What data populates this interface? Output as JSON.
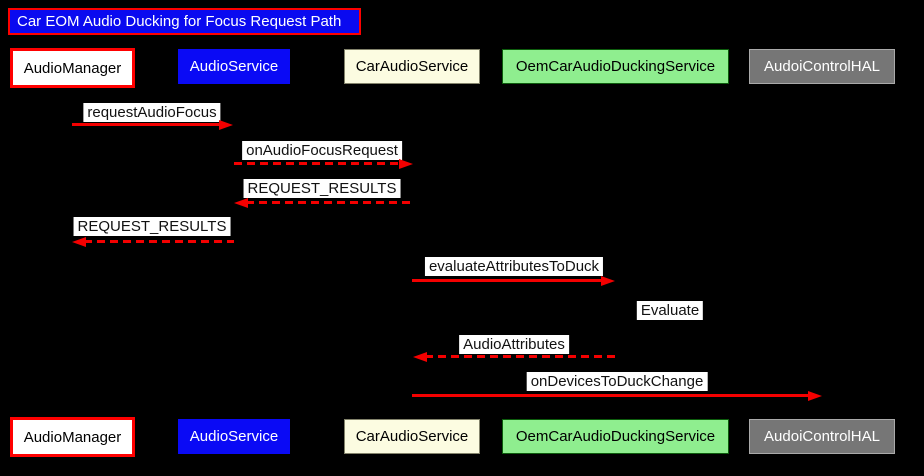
{
  "diagram_type": "sequence",
  "title": "Car EOM Audio Ducking for Focus Request Path",
  "colors": {
    "background": "#000000",
    "arrow_red": "#f40000",
    "title_background": "#0a0af0",
    "title_border": "#ff0000",
    "message_label_background": "#ffffff",
    "message_label_text": "#111111"
  },
  "participants": [
    {
      "label": "AudioManager",
      "fill": "#ffffff",
      "border": "#ff0000",
      "text_color": "#000000"
    },
    {
      "label": "AudioService",
      "fill": "#0a0af5",
      "border": "#0a0af5",
      "text_color": "#ffffff"
    },
    {
      "label": "CarAudioService",
      "fill": "#fcfce1",
      "border": "#83836b",
      "text_color": "#000000"
    },
    {
      "label": "OemCarAudioDuckingService",
      "fill": "#8fee8f",
      "border": "#0c5c0c",
      "text_color": "#000000"
    },
    {
      "label": "AudoiControlHAL",
      "fill": "#767676",
      "border": "#aaaaaa",
      "text_color": "#ffffff"
    }
  ],
  "messages": [
    {
      "label": "requestAudioFocus",
      "from": "AudioManager",
      "to": "AudioService",
      "line": "solid",
      "direction": "right"
    },
    {
      "label": "onAudioFocusRequest",
      "from": "AudioService",
      "to": "CarAudioService",
      "line": "dashed",
      "direction": "right"
    },
    {
      "label": "REQUEST_RESULTS",
      "from": "CarAudioService",
      "to": "AudioService",
      "line": "dashed",
      "direction": "left"
    },
    {
      "label": "REQUEST_RESULTS",
      "from": "AudioService",
      "to": "AudioManager",
      "line": "dashed",
      "direction": "left"
    },
    {
      "label": "evaluateAttributesToDuck",
      "from": "CarAudioService",
      "to": "OemCarAudioDuckingService",
      "line": "solid",
      "direction": "right"
    },
    {
      "label": "Evaluate",
      "from": "OemCarAudioDuckingService",
      "to": "OemCarAudioDuckingService",
      "line": "self",
      "direction": "self"
    },
    {
      "label": "AudioAttributes",
      "from": "OemCarAudioDuckingService",
      "to": "CarAudioService",
      "line": "dashed",
      "direction": "left"
    },
    {
      "label": "onDevicesToDuckChange",
      "from": "CarAudioService",
      "to": "AudoiControlHAL",
      "line": "solid",
      "direction": "right"
    }
  ]
}
